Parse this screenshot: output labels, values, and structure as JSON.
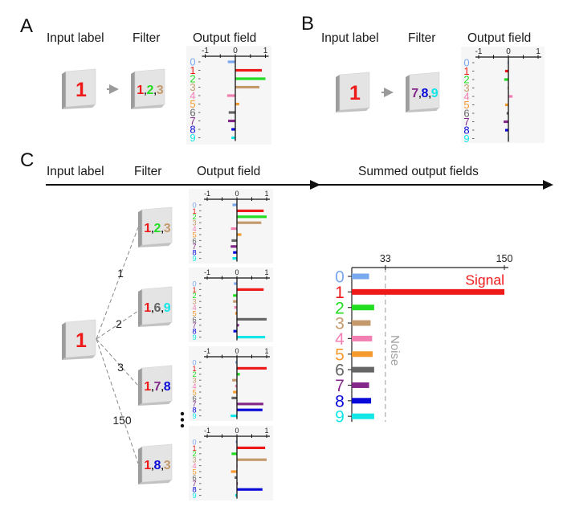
{
  "digit_colors": [
    "#7aa8ee",
    "#ee1a1a",
    "#22dd22",
    "#c49a6c",
    "#f27fb2",
    "#f59a2f",
    "#666666",
    "#84288a",
    "#0a0ad8",
    "#13e6e6"
  ],
  "panel_a": {
    "letter": "A",
    "input_label_header": "Input label",
    "filter_header": "Filter",
    "output_header": "Output field",
    "input_digit": "1",
    "filter_digits": [
      "1",
      "2",
      "3"
    ]
  },
  "panel_b": {
    "letter": "B",
    "input_label_header": "Input label",
    "filter_header": "Filter",
    "output_header": "Output field",
    "input_digit": "1",
    "filter_digits": [
      "7",
      "8",
      "9"
    ]
  },
  "panel_c": {
    "letter": "C",
    "input_label_header": "Input label",
    "filter_header": "Filter",
    "output_header": "Output field",
    "summed_header": "Summed output fields",
    "input_digit": "1",
    "filters": [
      {
        "edge_label": "1",
        "digits": [
          "1",
          "2",
          "3"
        ]
      },
      {
        "edge_label": "2",
        "digits": [
          "1",
          "6",
          "9"
        ]
      },
      {
        "edge_label": "3",
        "digits": [
          "1",
          "7",
          "8"
        ]
      },
      {
        "edge_label": "150",
        "digits": [
          "1",
          "8",
          "3"
        ]
      }
    ]
  },
  "chart_data": [
    {
      "id": "A-output-field",
      "type": "bar",
      "orientation": "horizontal",
      "title": "Output field",
      "categories": [
        "0",
        "1",
        "2",
        "3",
        "4",
        "5",
        "6",
        "7",
        "8",
        "9"
      ],
      "values": [
        -0.25,
        0.88,
        1.0,
        0.8,
        -0.27,
        0.13,
        -0.22,
        -0.24,
        -0.13,
        -0.13
      ],
      "xlim": [
        -1,
        1
      ],
      "xticks": [
        -1,
        -0.5,
        0,
        0.5,
        1
      ],
      "xtick_labels": [
        "-1",
        "",
        "0",
        "",
        "1"
      ],
      "xlabel": "",
      "ylabel": "",
      "grid": false,
      "legend": "none"
    },
    {
      "id": "B-output-field",
      "type": "bar",
      "orientation": "horizontal",
      "title": "Output field",
      "categories": [
        "0",
        "1",
        "2",
        "3",
        "4",
        "5",
        "6",
        "7",
        "8",
        "9"
      ],
      "values": [
        -0.03,
        -0.11,
        -0.14,
        -0.03,
        0.14,
        -0.11,
        -0.06,
        -0.16,
        -0.11,
        0.0
      ],
      "xlim": [
        -1,
        1
      ],
      "xticks": [
        -1,
        -0.5,
        0,
        0.5,
        1
      ],
      "xtick_labels": [
        "-1",
        "",
        "0",
        "",
        "1"
      ],
      "xlabel": "",
      "ylabel": "",
      "grid": false,
      "legend": "none"
    },
    {
      "id": "C-output-field-filter-1",
      "type": "bar",
      "orientation": "horizontal",
      "title": "Output field",
      "categories": [
        "0",
        "1",
        "2",
        "3",
        "4",
        "5",
        "6",
        "7",
        "8",
        "9"
      ],
      "values": [
        -0.15,
        0.9,
        1.0,
        0.82,
        -0.2,
        0.15,
        -0.18,
        -0.21,
        -0.13,
        -0.15
      ],
      "xlim": [
        -1,
        1
      ],
      "xticks": [
        -1,
        -0.5,
        0,
        0.5,
        1
      ],
      "xtick_labels": [
        "-1",
        "",
        "0",
        "",
        "1"
      ],
      "xlabel": "",
      "ylabel": "",
      "grid": false,
      "legend": "none"
    },
    {
      "id": "C-output-field-filter-2",
      "type": "bar",
      "orientation": "horizontal",
      "title": "Output field",
      "categories": [
        "0",
        "1",
        "2",
        "3",
        "4",
        "5",
        "6",
        "7",
        "8",
        "9"
      ],
      "values": [
        -0.1,
        0.9,
        -0.13,
        -0.13,
        -0.09,
        -0.06,
        1.0,
        0.07,
        -0.12,
        0.95
      ],
      "xlim": [
        -1,
        1
      ],
      "xticks": [
        -1,
        -0.5,
        0,
        0.5,
        1
      ],
      "xtick_labels": [
        "-1",
        "",
        "0",
        "",
        "1"
      ],
      "xlabel": "",
      "ylabel": "",
      "grid": false,
      "legend": "none"
    },
    {
      "id": "C-output-field-filter-3",
      "type": "bar",
      "orientation": "horizontal",
      "title": "Output field",
      "categories": [
        "0",
        "1",
        "2",
        "3",
        "4",
        "5",
        "6",
        "7",
        "8",
        "9"
      ],
      "values": [
        -0.05,
        1.0,
        0.1,
        -0.16,
        -0.06,
        -0.13,
        -0.18,
        0.89,
        0.86,
        -0.21
      ],
      "xlim": [
        -1,
        1
      ],
      "xticks": [
        -1,
        -0.5,
        0,
        0.5,
        1
      ],
      "xtick_labels": [
        "-1",
        "",
        "0",
        "",
        "1"
      ],
      "xlabel": "",
      "ylabel": "",
      "grid": false,
      "legend": "none"
    },
    {
      "id": "C-output-field-filter-150",
      "type": "bar",
      "orientation": "horizontal",
      "title": "Output field",
      "categories": [
        "0",
        "1",
        "2",
        "3",
        "4",
        "5",
        "6",
        "7",
        "8",
        "9"
      ],
      "values": [
        -0.04,
        0.95,
        -0.18,
        1.0,
        0.02,
        -0.2,
        -0.08,
        0.03,
        0.86,
        -0.06
      ],
      "xlim": [
        -1,
        1
      ],
      "xticks": [
        -1,
        -0.5,
        0,
        0.5,
        1
      ],
      "xtick_labels": [
        "-1",
        "",
        "0",
        "",
        "1"
      ],
      "xlabel": "",
      "ylabel": "",
      "grid": false,
      "legend": "none"
    },
    {
      "id": "C-summed-output-fields",
      "type": "bar",
      "orientation": "horizontal",
      "title": "Summed output fields",
      "categories": [
        "0",
        "1",
        "2",
        "3",
        "4",
        "5",
        "6",
        "7",
        "8",
        "9"
      ],
      "values": [
        17,
        150,
        22,
        18.5,
        20,
        20.5,
        22,
        17,
        19,
        22
      ],
      "xlim": [
        0,
        150
      ],
      "xticks": [
        33,
        150
      ],
      "xtick_labels": [
        "33",
        "150"
      ],
      "reference_lines": [
        {
          "x": 33,
          "style": "dashed",
          "label": "Noise"
        }
      ],
      "annotations": [
        {
          "text": "Signal",
          "category": "1"
        }
      ],
      "xlabel": "",
      "ylabel": "",
      "grid": false,
      "legend": "none"
    }
  ]
}
